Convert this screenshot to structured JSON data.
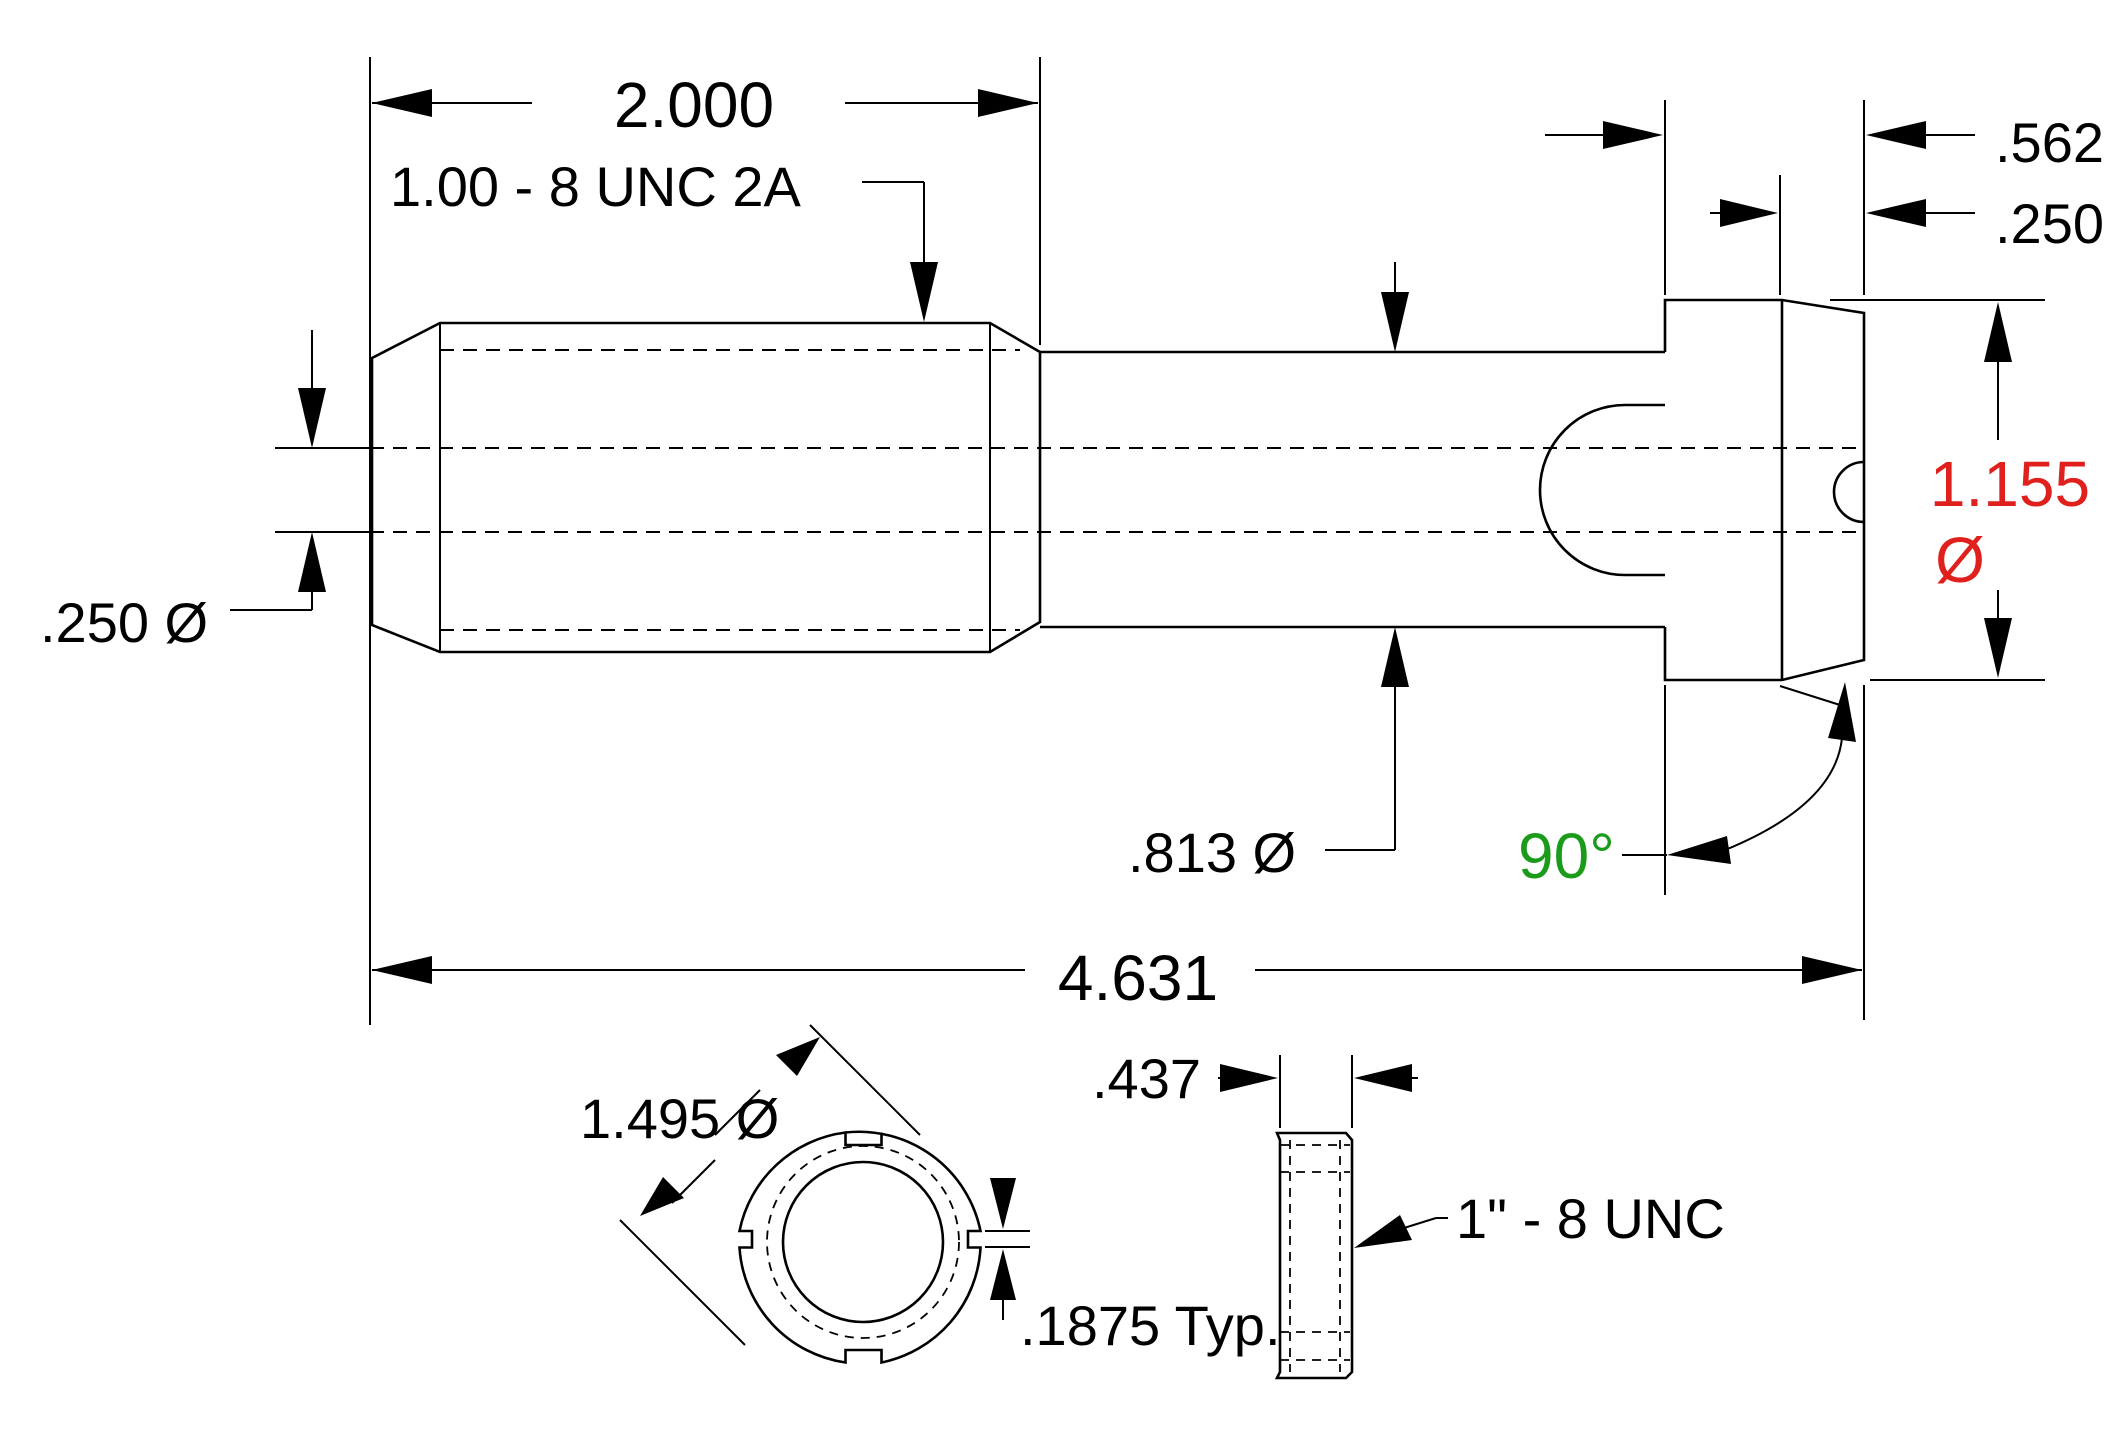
{
  "dimensions": {
    "thread_length": "2.000",
    "thread_spec": "1.00 - 8 UNC 2A",
    "hole_diameter": ".250 Ø",
    "neck_diameter": ".813 Ø",
    "head_length": ".562",
    "head_flat": ".250",
    "head_diameter_value": "1.155",
    "head_diameter_symbol": "Ø",
    "chamfer_angle": "90°",
    "overall_length": "4.631",
    "nut_diameter": "1.495 Ø",
    "nut_width": ".437",
    "nut_thread": "1\" - 8 UNC",
    "slot_width": ".1875 Typ."
  },
  "colors": {
    "line": "#000000",
    "head_diameter": "#e0201c",
    "angle": "#1a9c1a"
  }
}
